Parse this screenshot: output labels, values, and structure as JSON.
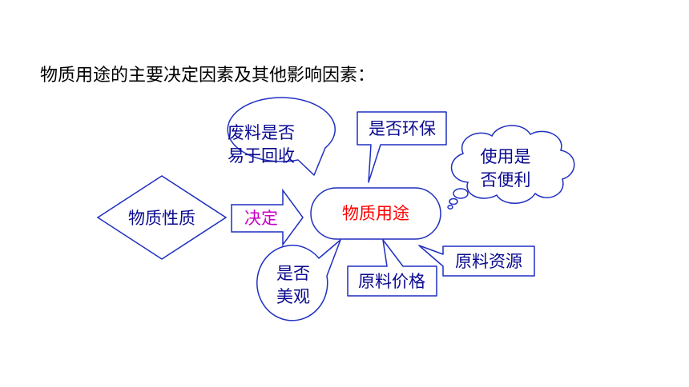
{
  "heading": "物质用途的主要决定因素及其他影响因素：",
  "nodes": {
    "property": "物质性质",
    "decide": "决定",
    "use": "物质用途",
    "waste_line1": "废料是否",
    "waste_line2": "易于回收",
    "env": "是否环保",
    "conv_line1": "使用是",
    "conv_line2": "否便利",
    "resource": "原料资源",
    "price": "原料价格",
    "beauty_line1": "是否",
    "beauty_line2": "美观"
  },
  "colors": {
    "outline": "#1f2fc0",
    "text_blue": "#0a0a8f",
    "use_red": "#ff0000",
    "decide_magenta": "#c800c8",
    "heading": "#000000"
  }
}
